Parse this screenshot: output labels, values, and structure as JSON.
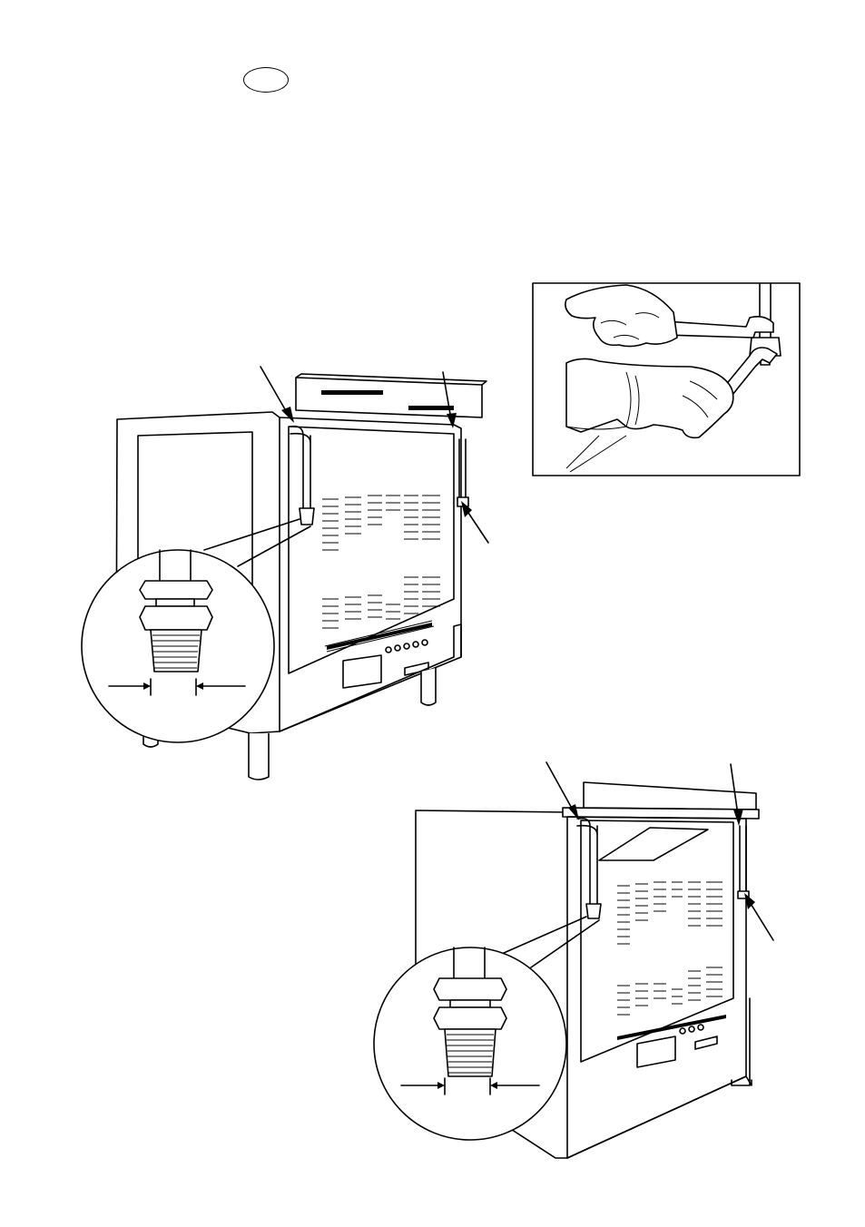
{
  "page": {
    "language_tab": "",
    "background": "#ffffff",
    "line_color": "#000000"
  },
  "figures": [
    {
      "name": "cooker-rear-view-upper",
      "callouts": 2,
      "detail": "union-fitting"
    },
    {
      "name": "wrench-tightening-detail"
    },
    {
      "name": "cooker-rear-view-lower",
      "callouts": 2,
      "detail": "union-fitting"
    }
  ]
}
